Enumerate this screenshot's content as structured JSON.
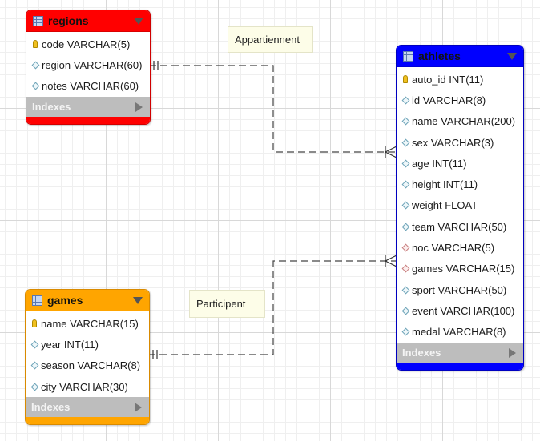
{
  "tables": {
    "regions": {
      "name": "regions",
      "color": "#ff0000",
      "columns": [
        {
          "text": "code VARCHAR(5)",
          "icon": "key"
        },
        {
          "text": "region VARCHAR(60)",
          "icon": "diamond"
        },
        {
          "text": "notes VARCHAR(60)",
          "icon": "diamond"
        }
      ],
      "indexes_label": "Indexes"
    },
    "athletes": {
      "name": "athletes",
      "color": "#0000ff",
      "columns": [
        {
          "text": "auto_id INT(11)",
          "icon": "key"
        },
        {
          "text": "id VARCHAR(8)",
          "icon": "diamond"
        },
        {
          "text": "name VARCHAR(200)",
          "icon": "diamond"
        },
        {
          "text": "sex VARCHAR(3)",
          "icon": "diamond"
        },
        {
          "text": "age INT(11)",
          "icon": "diamond"
        },
        {
          "text": "height INT(11)",
          "icon": "diamond"
        },
        {
          "text": "weight FLOAT",
          "icon": "diamond"
        },
        {
          "text": "team VARCHAR(50)",
          "icon": "diamond"
        },
        {
          "text": "noc VARCHAR(5)",
          "icon": "diamond-red"
        },
        {
          "text": "games VARCHAR(15)",
          "icon": "diamond-red"
        },
        {
          "text": "sport VARCHAR(50)",
          "icon": "diamond"
        },
        {
          "text": "event VARCHAR(100)",
          "icon": "diamond"
        },
        {
          "text": "medal VARCHAR(8)",
          "icon": "diamond"
        }
      ],
      "indexes_label": "Indexes"
    },
    "games": {
      "name": "games",
      "color": "#ffa500",
      "columns": [
        {
          "text": "name VARCHAR(15)",
          "icon": "key"
        },
        {
          "text": "year INT(11)",
          "icon": "diamond"
        },
        {
          "text": "season VARCHAR(8)",
          "icon": "diamond"
        },
        {
          "text": "city VARCHAR(30)",
          "icon": "diamond"
        }
      ],
      "indexes_label": "Indexes"
    }
  },
  "relationships": {
    "appartiennent": "Appartiennent",
    "participent": "Participent"
  }
}
